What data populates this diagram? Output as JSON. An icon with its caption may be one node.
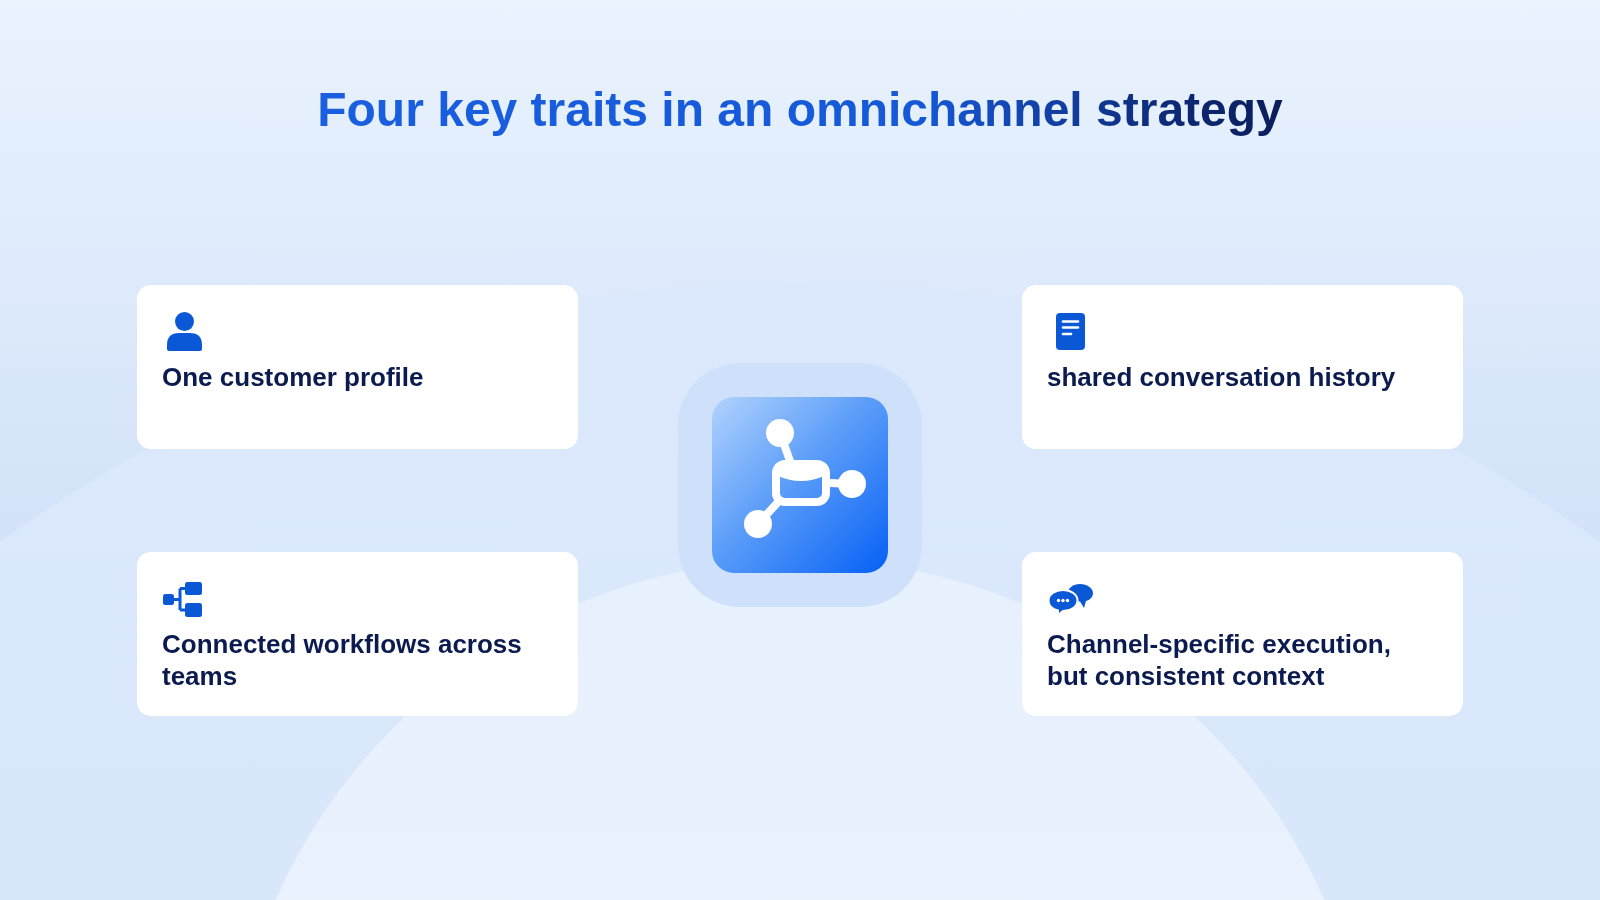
{
  "diagram": {
    "title": "Four key traits in an omnichannel strategy",
    "nodes": [
      {
        "text": [
          "One customer profile"
        ]
      },
      {
        "text": [
          "shared conversation history"
        ]
      },
      {
        "text": [
          "Connected workflows across teams"
        ]
      },
      {
        "text": [
          "Channel-specific execution, but consistent context"
        ]
      }
    ]
  }
}
